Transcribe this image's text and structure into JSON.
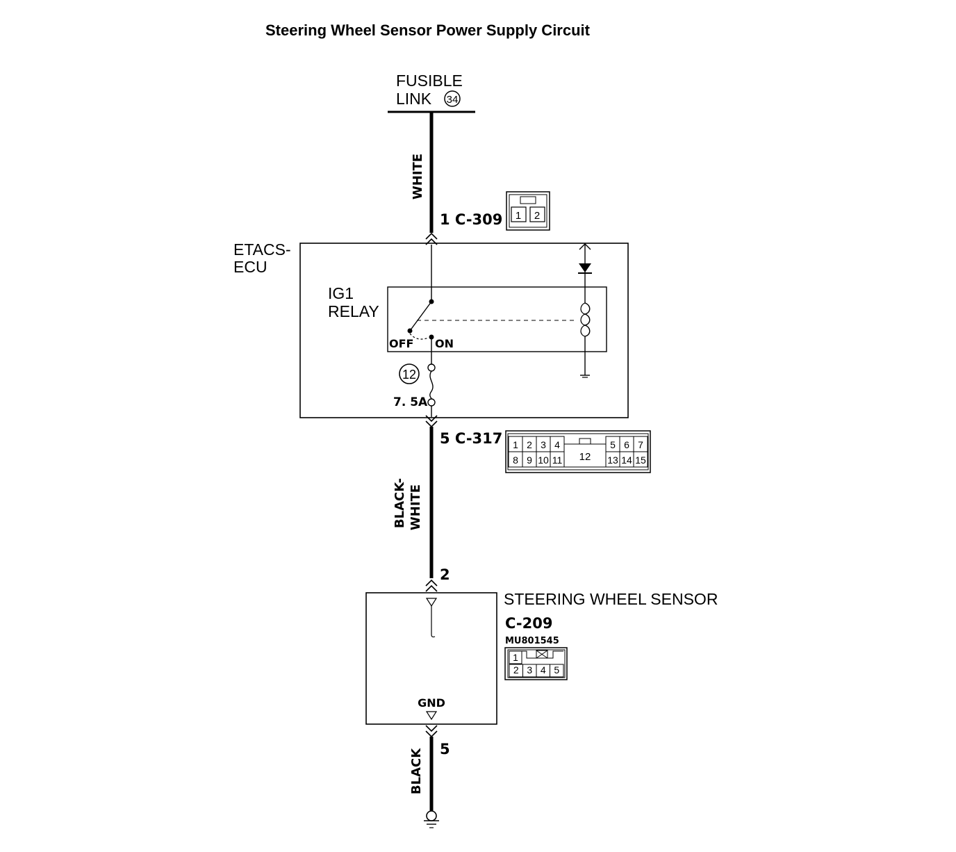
{
  "title": "Steering Wheel Sensor Power Supply Circuit",
  "source": {
    "line1": "FUSIBLE",
    "line2": "LINK",
    "link_number": "34"
  },
  "wires": {
    "top": "WHITE",
    "middle_line1": "BLACK-",
    "middle_line2": "WHITE",
    "bottom": "BLACK"
  },
  "connectors": {
    "c309": {
      "label": "1 C-309",
      "pins": [
        "1",
        "2"
      ]
    },
    "c317": {
      "label": "5 C-317",
      "top_row": [
        "1",
        "2",
        "3",
        "4",
        "5",
        "6",
        "7"
      ],
      "bottom_row": [
        "8",
        "9",
        "10",
        "11",
        "13",
        "14",
        "15"
      ],
      "center": "12"
    },
    "c209": {
      "pin_top": "2",
      "pin_bottom": "5",
      "name": "C-209",
      "part_number": "MU801545",
      "top_row": [
        "1"
      ],
      "bottom_row": [
        "2",
        "3",
        "4",
        "5"
      ]
    }
  },
  "etacs_ecu": {
    "line1": "ETACS-",
    "line2": "ECU",
    "relay_line1": "IG1",
    "relay_line2": "RELAY",
    "off_label": "OFF",
    "on_label": "ON",
    "fuse_number": "12",
    "fuse_rating": "7. 5A"
  },
  "sensor": {
    "name": "STEERING WHEEL SENSOR",
    "gnd_label": "GND"
  }
}
